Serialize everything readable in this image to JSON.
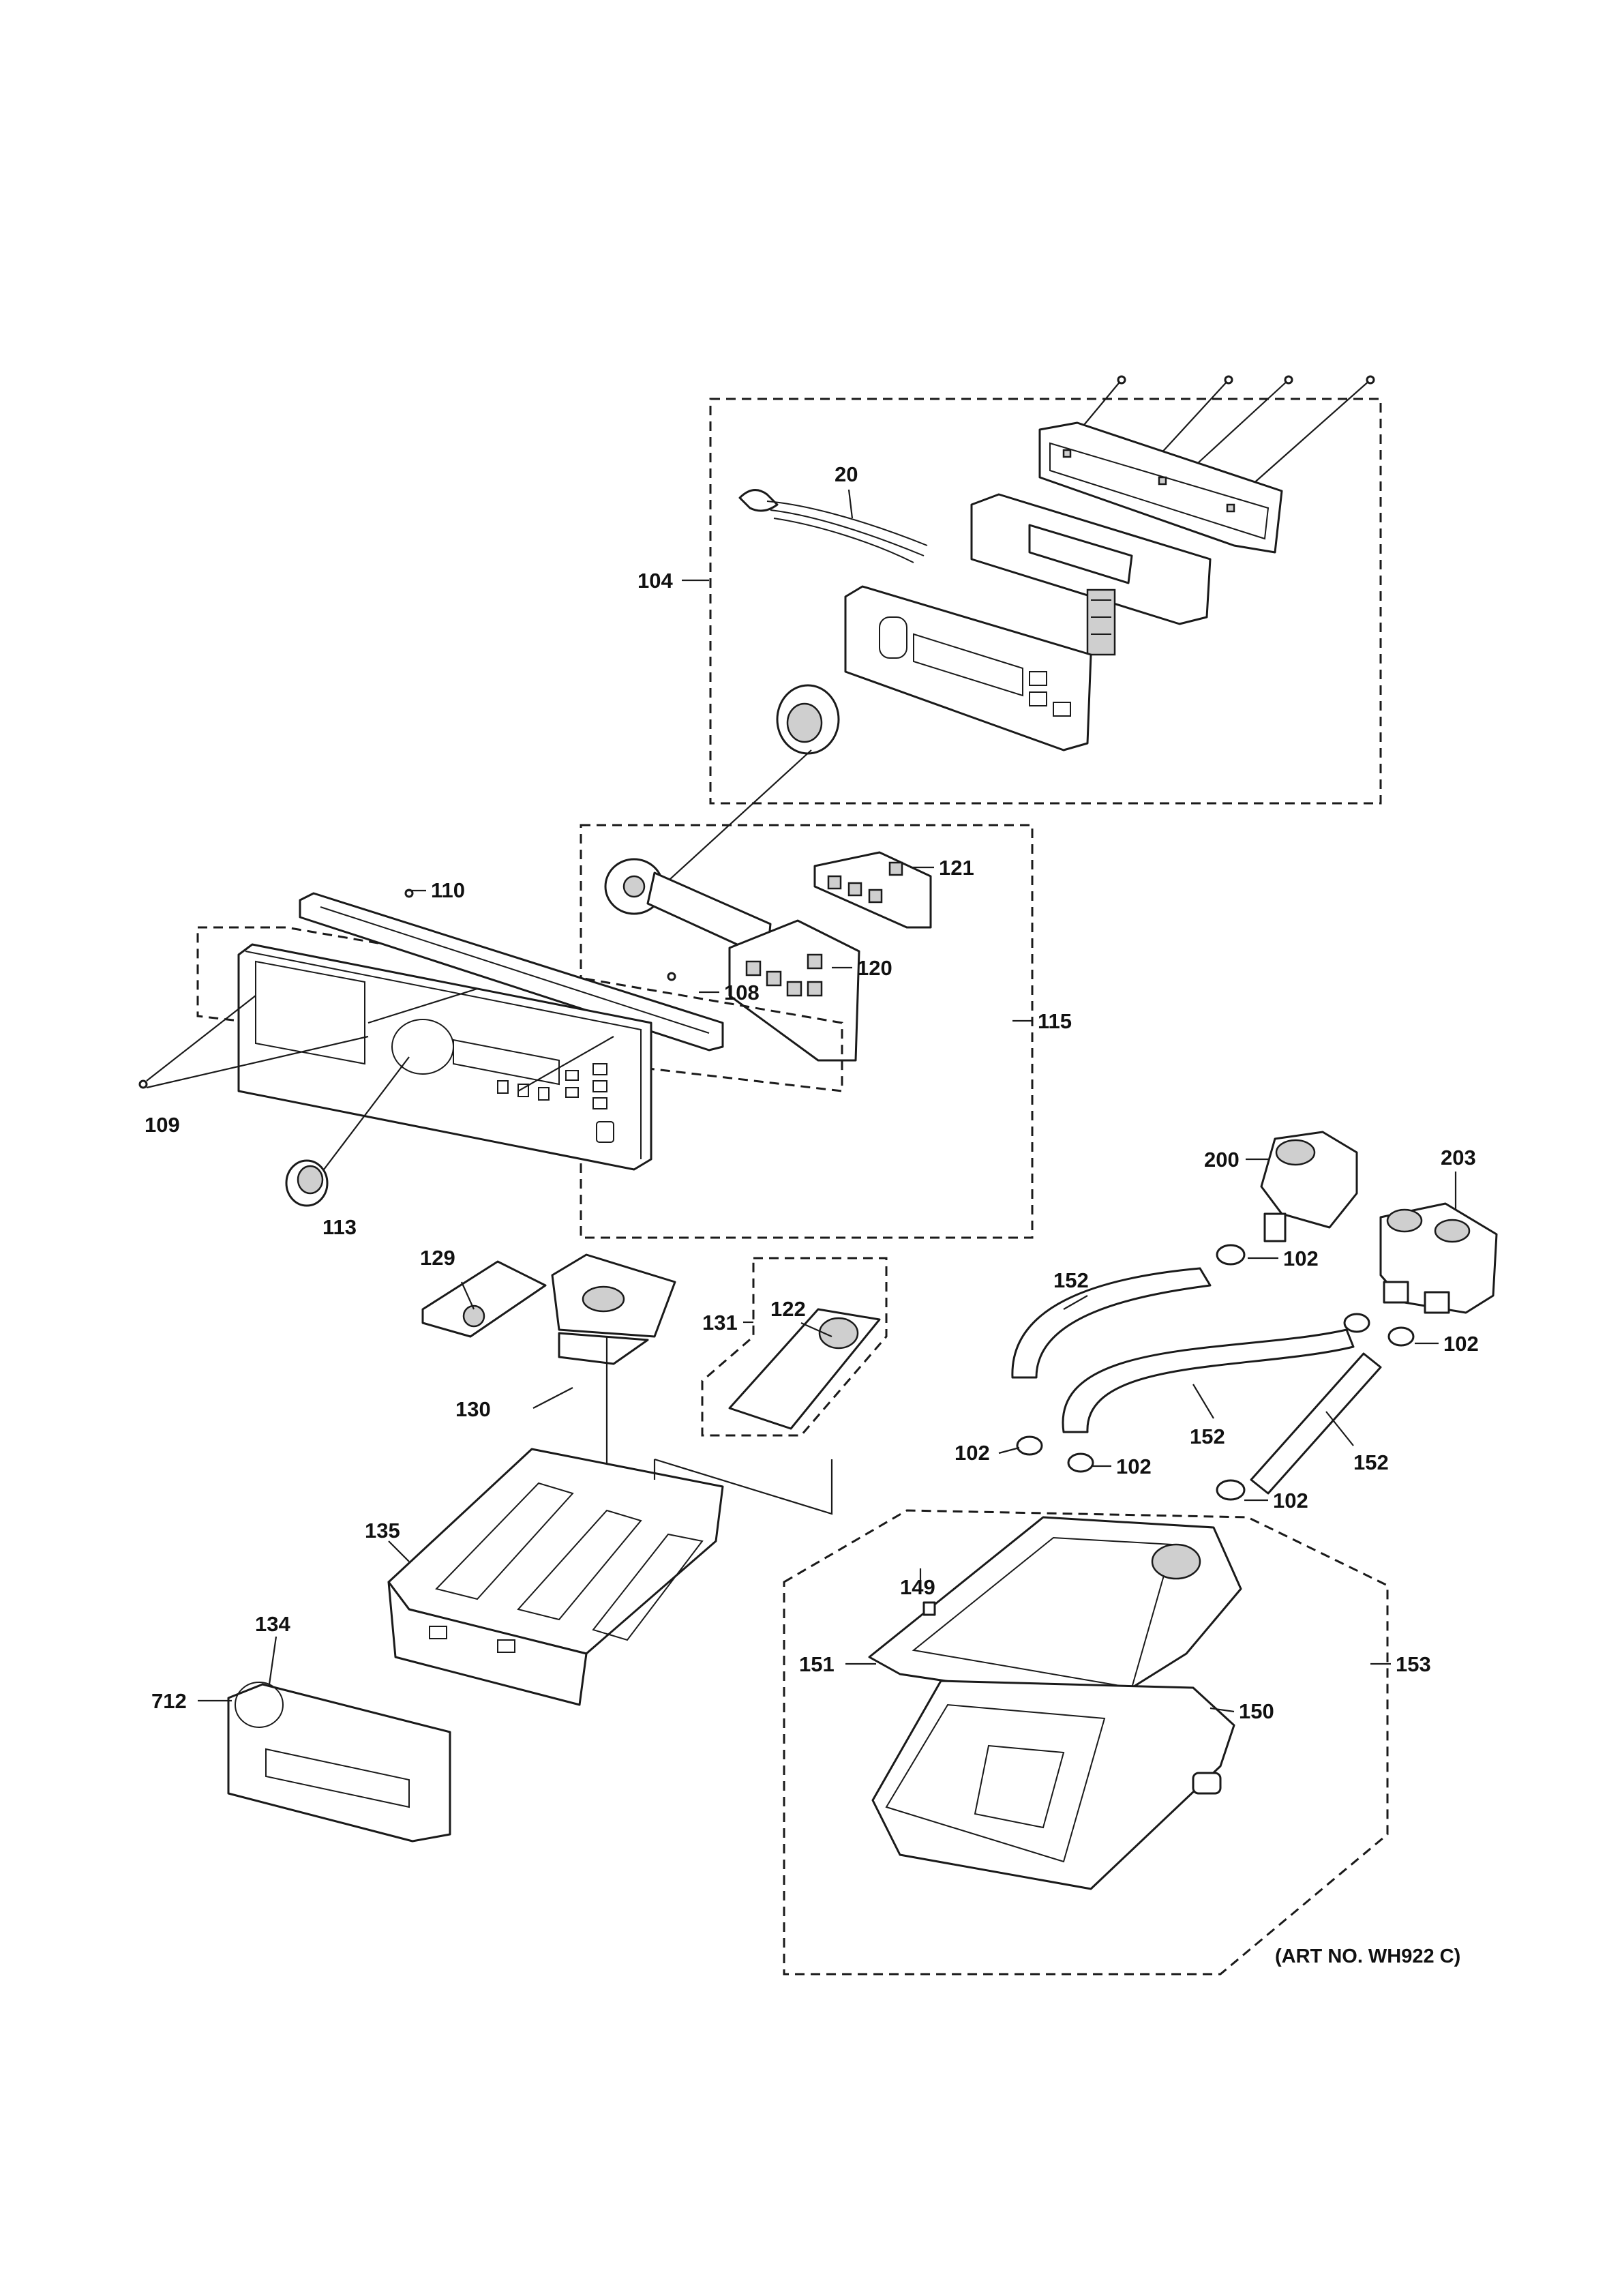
{
  "art_number": "(ART NO. WH922 C)",
  "callouts": [
    {
      "id": "20",
      "text": "20"
    },
    {
      "id": "104",
      "text": "104"
    },
    {
      "id": "110",
      "text": "110"
    },
    {
      "id": "121",
      "text": "121"
    },
    {
      "id": "120",
      "text": "120"
    },
    {
      "id": "108",
      "text": "108"
    },
    {
      "id": "115",
      "text": "115"
    },
    {
      "id": "109",
      "text": "109"
    },
    {
      "id": "113",
      "text": "113"
    },
    {
      "id": "200",
      "text": "200"
    },
    {
      "id": "203",
      "text": "203"
    },
    {
      "id": "102a",
      "text": "102"
    },
    {
      "id": "152a",
      "text": "152"
    },
    {
      "id": "102b",
      "text": "102"
    },
    {
      "id": "129",
      "text": "129"
    },
    {
      "id": "131",
      "text": "131"
    },
    {
      "id": "122",
      "text": "122"
    },
    {
      "id": "130",
      "text": "130"
    },
    {
      "id": "152b",
      "text": "152"
    },
    {
      "id": "152c",
      "text": "152"
    },
    {
      "id": "102c",
      "text": "102"
    },
    {
      "id": "102d",
      "text": "102"
    },
    {
      "id": "102e",
      "text": "102"
    },
    {
      "id": "135",
      "text": "135"
    },
    {
      "id": "149",
      "text": "149"
    },
    {
      "id": "134",
      "text": "134"
    },
    {
      "id": "151",
      "text": "151"
    },
    {
      "id": "153",
      "text": "153"
    },
    {
      "id": "712",
      "text": "712"
    },
    {
      "id": "150",
      "text": "150"
    }
  ]
}
